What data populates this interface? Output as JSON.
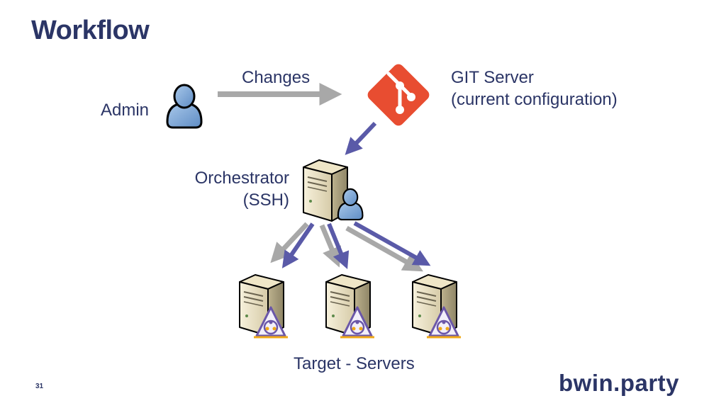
{
  "title": "Workflow",
  "nodes": {
    "admin": {
      "label": "Admin",
      "icon": "user-icon"
    },
    "git_server": {
      "label_lines": [
        "GIT Server",
        "(current configuration)"
      ],
      "icon": "git-logo-icon"
    },
    "orchestrator": {
      "label_lines": [
        "Orchestrator",
        "(SSH)"
      ],
      "icon": "server-user-icon"
    },
    "targets": {
      "label": "Target - Servers",
      "icon": "server-puppet-icon",
      "count": 3
    }
  },
  "edges": {
    "changes": {
      "label": "Changes"
    }
  },
  "footer": {
    "page_number": "31",
    "logo_text": "bwin.party"
  },
  "colors": {
    "title": "#2b3566",
    "arrow_blue": "#5a5aa8",
    "arrow_gray": "#a8a8a8",
    "git_red": "#e84d31",
    "user_blue": "#7fa9d6"
  }
}
